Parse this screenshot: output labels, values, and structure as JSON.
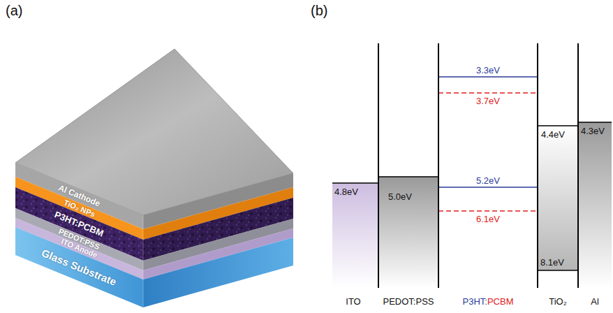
{
  "diagram": {
    "nodes": [
      {
        "text": [
          "Al Cathode"
        ]
      },
      {
        "text": [
          "TiO₂ NPs"
        ]
      },
      {
        "text": [
          "P3HT:PCBM"
        ]
      },
      {
        "text": [
          "PEDOT:PSS"
        ]
      },
      {
        "text": [
          "ITO Anode"
        ]
      },
      {
        "text": [
          "Glass Substrate"
        ]
      }
    ],
    "labels": [
      "(a)",
      "(b)",
      "3.3eV",
      "3.7eV",
      "4.4eV",
      "4.3eV",
      "4.8eV",
      "5.0eV",
      "5.2eV",
      "6.1eV",
      "8.1eV",
      "ITO",
      "PEDOT:PSS",
      "P3HT:PCBM",
      "TiO₂",
      "Al"
    ]
  }
}
